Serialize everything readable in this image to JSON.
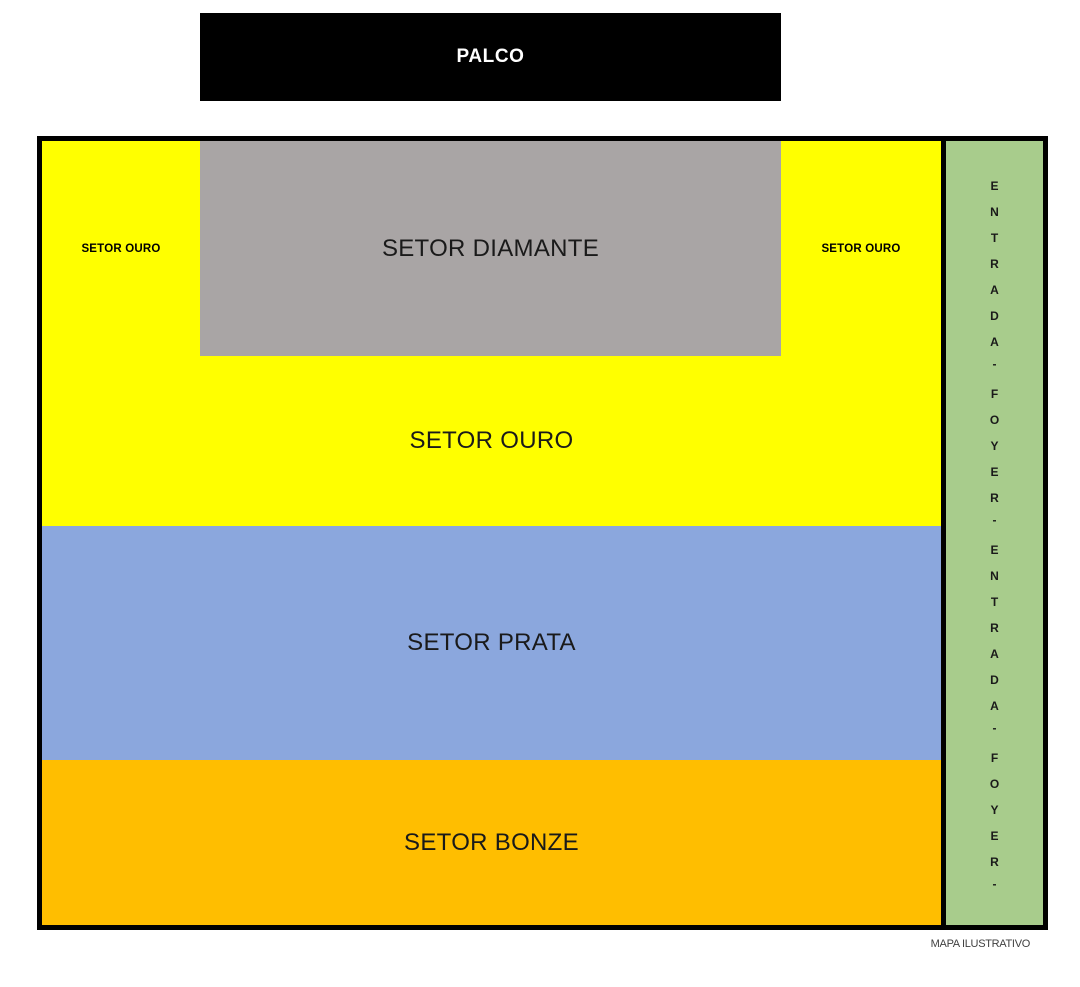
{
  "map": {
    "stage": {
      "label": "PALCO",
      "color": "#000000",
      "text_color": "#ffffff"
    },
    "sectors": [
      {
        "id": "ouro-left",
        "label": "SETOR OURO",
        "color": "#ffff00"
      },
      {
        "id": "diamante",
        "label": "SETOR DIAMANTE",
        "color": "#a9a5a5"
      },
      {
        "id": "ouro-right",
        "label": "SETOR OURO",
        "color": "#ffff00"
      },
      {
        "id": "ouro-main",
        "label": "SETOR OURO",
        "color": "#ffff00"
      },
      {
        "id": "prata",
        "label": "SETOR PRATA",
        "color": "#8ba7dd"
      },
      {
        "id": "bonze",
        "label": "SETOR BONZE",
        "color": "#ffbe00"
      }
    ],
    "foyer": {
      "color": "#a8cc8c",
      "text": "ENTRADA - FOYER - ENTRADA - FOYER -",
      "letters": [
        "E",
        "N",
        "T",
        "R",
        "A",
        "D",
        "A",
        "-",
        "F",
        "O",
        "Y",
        "E",
        "R",
        "-",
        "E",
        "N",
        "T",
        "R",
        "A",
        "D",
        "A",
        "-",
        "F",
        "O",
        "Y",
        "E",
        "R",
        "-"
      ]
    },
    "caption": "MAPA ILUSTRATIVO"
  }
}
